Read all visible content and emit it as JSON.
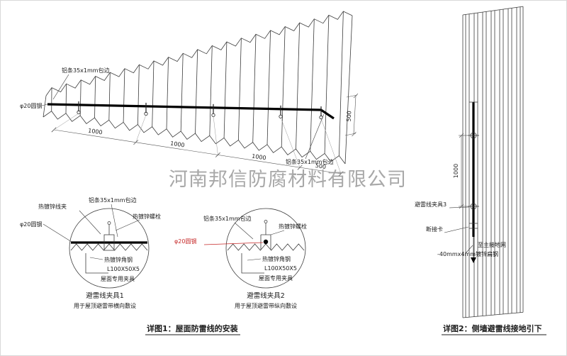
{
  "watermark": "河南邦信防腐材料有限公司",
  "roof": {
    "label_alu_top": "铝条35x1mm包边",
    "label_alu_right": "铝条35x1mm包边",
    "label_round_steel": "φ20圆钢",
    "dims": [
      "1000",
      "1000",
      "1000",
      "500"
    ],
    "dim_right": "500"
  },
  "detail1": {
    "label_wire_clip": "热镀锌线夹",
    "label_alu": "铝条35x1mm包边",
    "label_bolt": "热镀锌螺栓",
    "label_round_steel": "φ20圆钢",
    "label_angle": "热镀锌角钢",
    "label_angle_spec": "L100X50X5",
    "label_roof_clamp": "屋面专用夹具",
    "title": "避雷线夹具1",
    "subtitle": "用于屋顶避雷带横向敷设"
  },
  "detail2": {
    "label_alu": "铝条35x1mm包边",
    "label_bolt": "热镀锌螺栓",
    "label_round_steel": "φ20圆钢",
    "label_angle": "热镀锌角钢",
    "label_angle_spec": "L100X50X5",
    "label_roof_clamp": "屋面专用夹具",
    "title": "避雷线夹具2",
    "subtitle": "用于屋顶避雷带纵向敷设"
  },
  "wall": {
    "dim": "1000",
    "label_clamp3": "避雷线夹具3",
    "label_disconnect": "断接卡",
    "label_to_ground": "至主接地网",
    "label_flat_steel": "-40mmx4mm镀锌扁钢"
  },
  "captions": {
    "fig1": "详图1：屋面防雷线的安装",
    "fig2": "详图2：侧墙避雷线接地引下"
  },
  "colors": {
    "line": "#3c3c3c",
    "accent_red": "#c62828",
    "watermark_gray": "#9a9a9a"
  }
}
